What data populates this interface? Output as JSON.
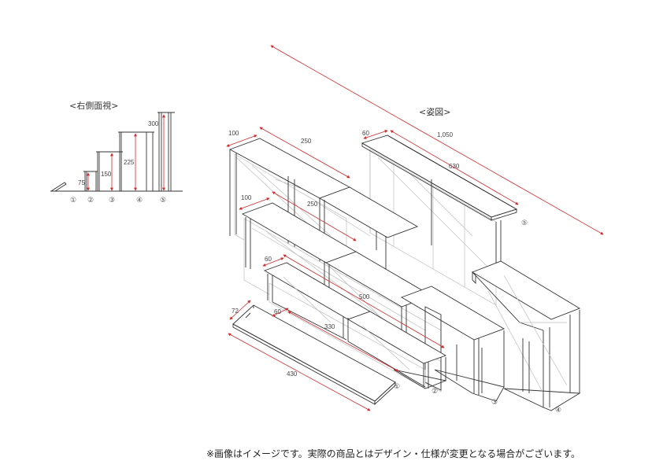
{
  "side_view": {
    "title": "<右側面視>",
    "heights": [
      "75",
      "150",
      "225",
      "300"
    ],
    "labels": [
      "①",
      "②",
      "③",
      "④",
      "⑤"
    ]
  },
  "iso_view": {
    "title": "<姿図>",
    "dims": {
      "total_length": "1,050",
      "d100_top": "100",
      "w250_top": "250",
      "d60_top": "60",
      "l630": "630",
      "d100_mid": "100",
      "w250_mid": "250",
      "d60_mid": "60",
      "l500": "500",
      "d72": "72",
      "d60_low": "60",
      "l330": "330",
      "l430": "430"
    },
    "labels": [
      "①",
      "②",
      "③",
      "④",
      "⑤"
    ]
  },
  "footer": {
    "note": "※画像はイメージです。実際の商品とはデザイン・仕様が変更となる場合がございます。"
  }
}
